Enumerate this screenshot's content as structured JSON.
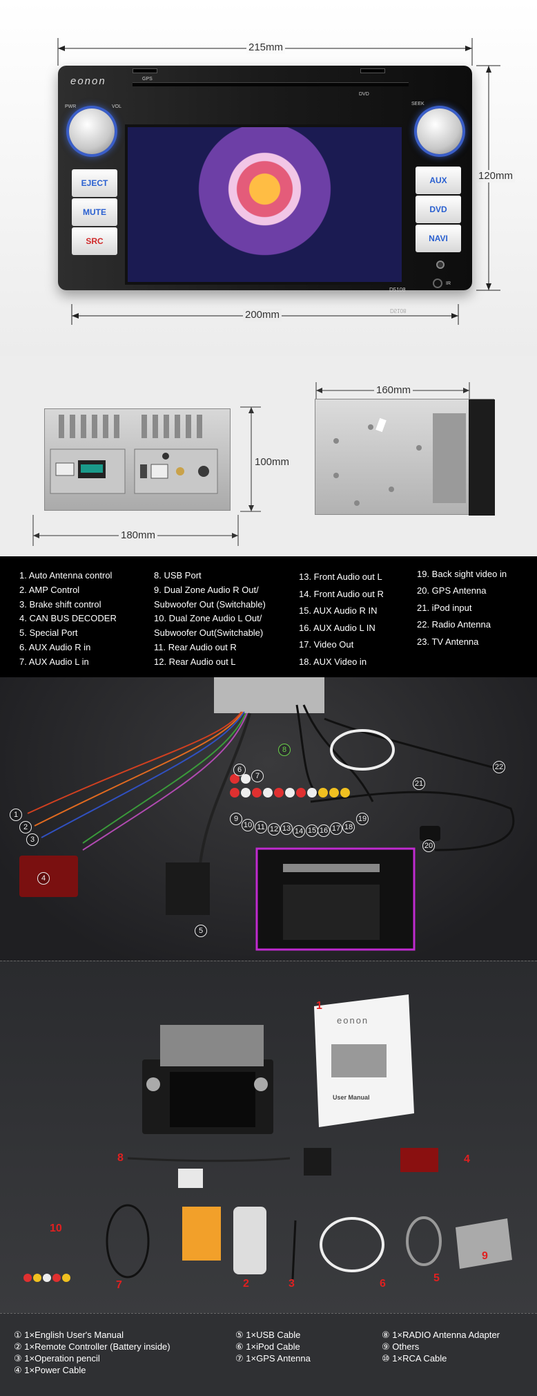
{
  "front": {
    "width_label": "215mm",
    "height_label": "120mm",
    "bottom_label": "200mm",
    "brand": "eonon",
    "labels": {
      "gps": "GPS",
      "dvd": "DVD",
      "seek": "SEEK",
      "pwr": "PWR",
      "vol": "VOL",
      "ir": "IR",
      "model": "D5108",
      "model_reflect": "D5108"
    },
    "left_buttons": [
      {
        "label": "EJECT",
        "color": "#2a60d0"
      },
      {
        "label": "MUTE",
        "color": "#2a60d0"
      },
      {
        "label": "SRC",
        "color": "#d02a2a"
      }
    ],
    "right_buttons": [
      {
        "label": "AUX",
        "color": "#2a60d0"
      },
      {
        "label": "DVD",
        "color": "#2a60d0"
      },
      {
        "label": "NAVI",
        "color": "#2a60d0"
      }
    ]
  },
  "rear": {
    "width_label": "180mm",
    "height_label": "100mm",
    "depth_label": "160mm"
  },
  "connectors": {
    "col1": [
      "1. Auto Antenna control",
      "2. AMP Control",
      "3. Brake shift control",
      "4. CAN BUS DECODER",
      "5. Special Port",
      "6. AUX Audio R in",
      "7. AUX Audio L in"
    ],
    "col2": [
      "8. USB Port",
      "9. Dual Zone Audio R Out/",
      "Subwoofer Out (Switchable)",
      "10. Dual Zone Audio L Out/",
      "Subwoofer Out(Switchable)",
      "11. Rear Audio out R",
      "12. Rear Audio out L"
    ],
    "col3": [
      "13. Front Audio out L",
      "14. Front Audio out R",
      "15. AUX Audio R IN",
      "16. AUX Audio L IN",
      "17. Video Out",
      "18. AUX Video in"
    ],
    "col4": [
      "19. Back sight video in",
      "20. GPS Antenna",
      "21. iPod input",
      "22. Radio Antenna",
      "23. TV Antenna"
    ]
  },
  "cable_markers": [
    "1",
    "2",
    "3",
    "4",
    "5",
    "6",
    "7",
    "8",
    "9",
    "10",
    "11",
    "12",
    "13",
    "14",
    "15",
    "16",
    "17",
    "18",
    "19",
    "20",
    "21",
    "22"
  ],
  "manual": {
    "brand": "eonon",
    "title": "User Manual"
  },
  "accessory_markers": [
    "1",
    "2",
    "3",
    "4",
    "5",
    "6",
    "7",
    "8",
    "9",
    "10"
  ],
  "package": {
    "col1": [
      "① 1×English User's Manual",
      "② 1×Remote Controller (Battery inside)",
      "③ 1×Operation pencil",
      "④ 1×Power Cable"
    ],
    "col2": [
      "⑤ 1×USB Cable",
      "⑥ 1×iPod Cable",
      "⑦ 1×GPS Antenna"
    ],
    "col3": [
      "⑧ 1×RADIO Antenna Adapter",
      "⑨ Others",
      "⑩ 1×RCA Cable"
    ]
  }
}
